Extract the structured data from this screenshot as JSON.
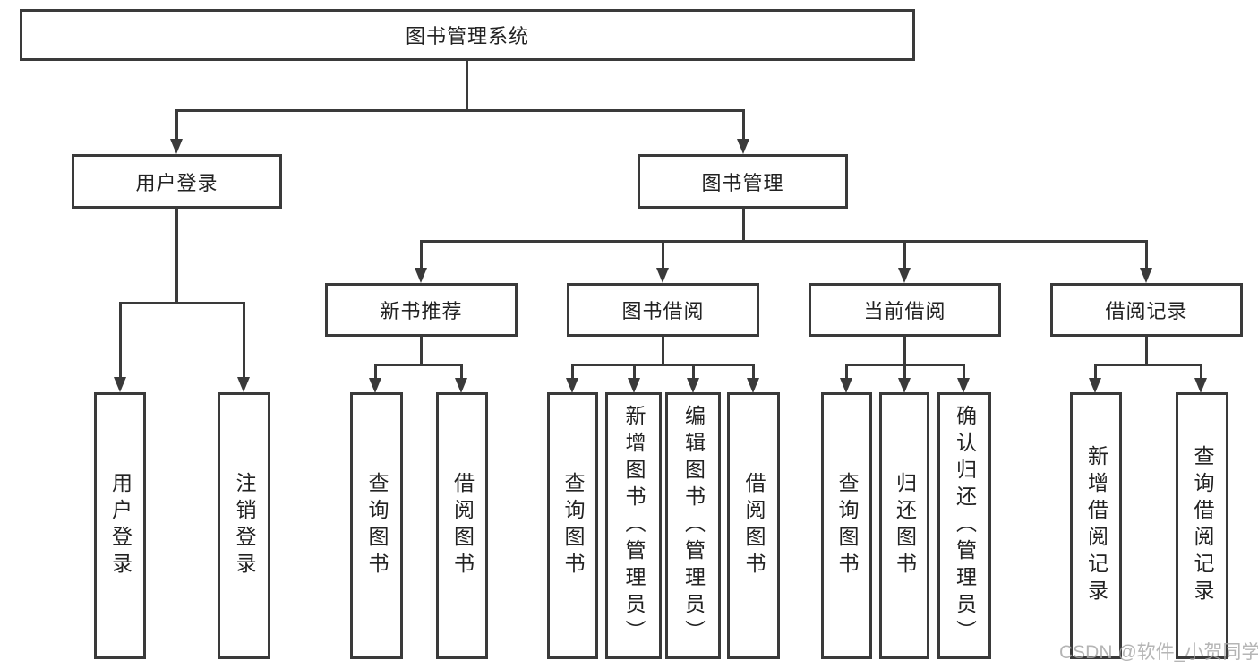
{
  "diagram": {
    "root": {
      "label": "图书管理系统"
    },
    "level2": [
      {
        "label": "用户登录",
        "children": [
          {
            "label": "用户登录"
          },
          {
            "label": "注销登录"
          }
        ]
      },
      {
        "label": "图书管理",
        "children": [
          {
            "label": "新书推荐",
            "children": [
              {
                "label": "查询图书"
              },
              {
                "label": "借阅图书"
              }
            ]
          },
          {
            "label": "图书借阅",
            "children": [
              {
                "label": "查询图书"
              },
              {
                "label": "新增图书（管理员）"
              },
              {
                "label": "编辑图书（管理员）"
              },
              {
                "label": "借阅图书"
              }
            ]
          },
          {
            "label": "当前借阅",
            "children": [
              {
                "label": "查询图书"
              },
              {
                "label": "归还图书"
              },
              {
                "label": "确认归还（管理员）"
              }
            ]
          },
          {
            "label": "借阅记录",
            "children": [
              {
                "label": "新增借阅记录"
              },
              {
                "label": "查询借阅记录"
              }
            ]
          }
        ]
      }
    ]
  },
  "watermark": {
    "text": "CSDN @软件_小贺同学"
  },
  "colors": {
    "line": "#3a3a3a",
    "box_border": "#3a3a3a",
    "text": "#222222",
    "watermark": "#a8a8a8",
    "background": "#ffffff"
  }
}
